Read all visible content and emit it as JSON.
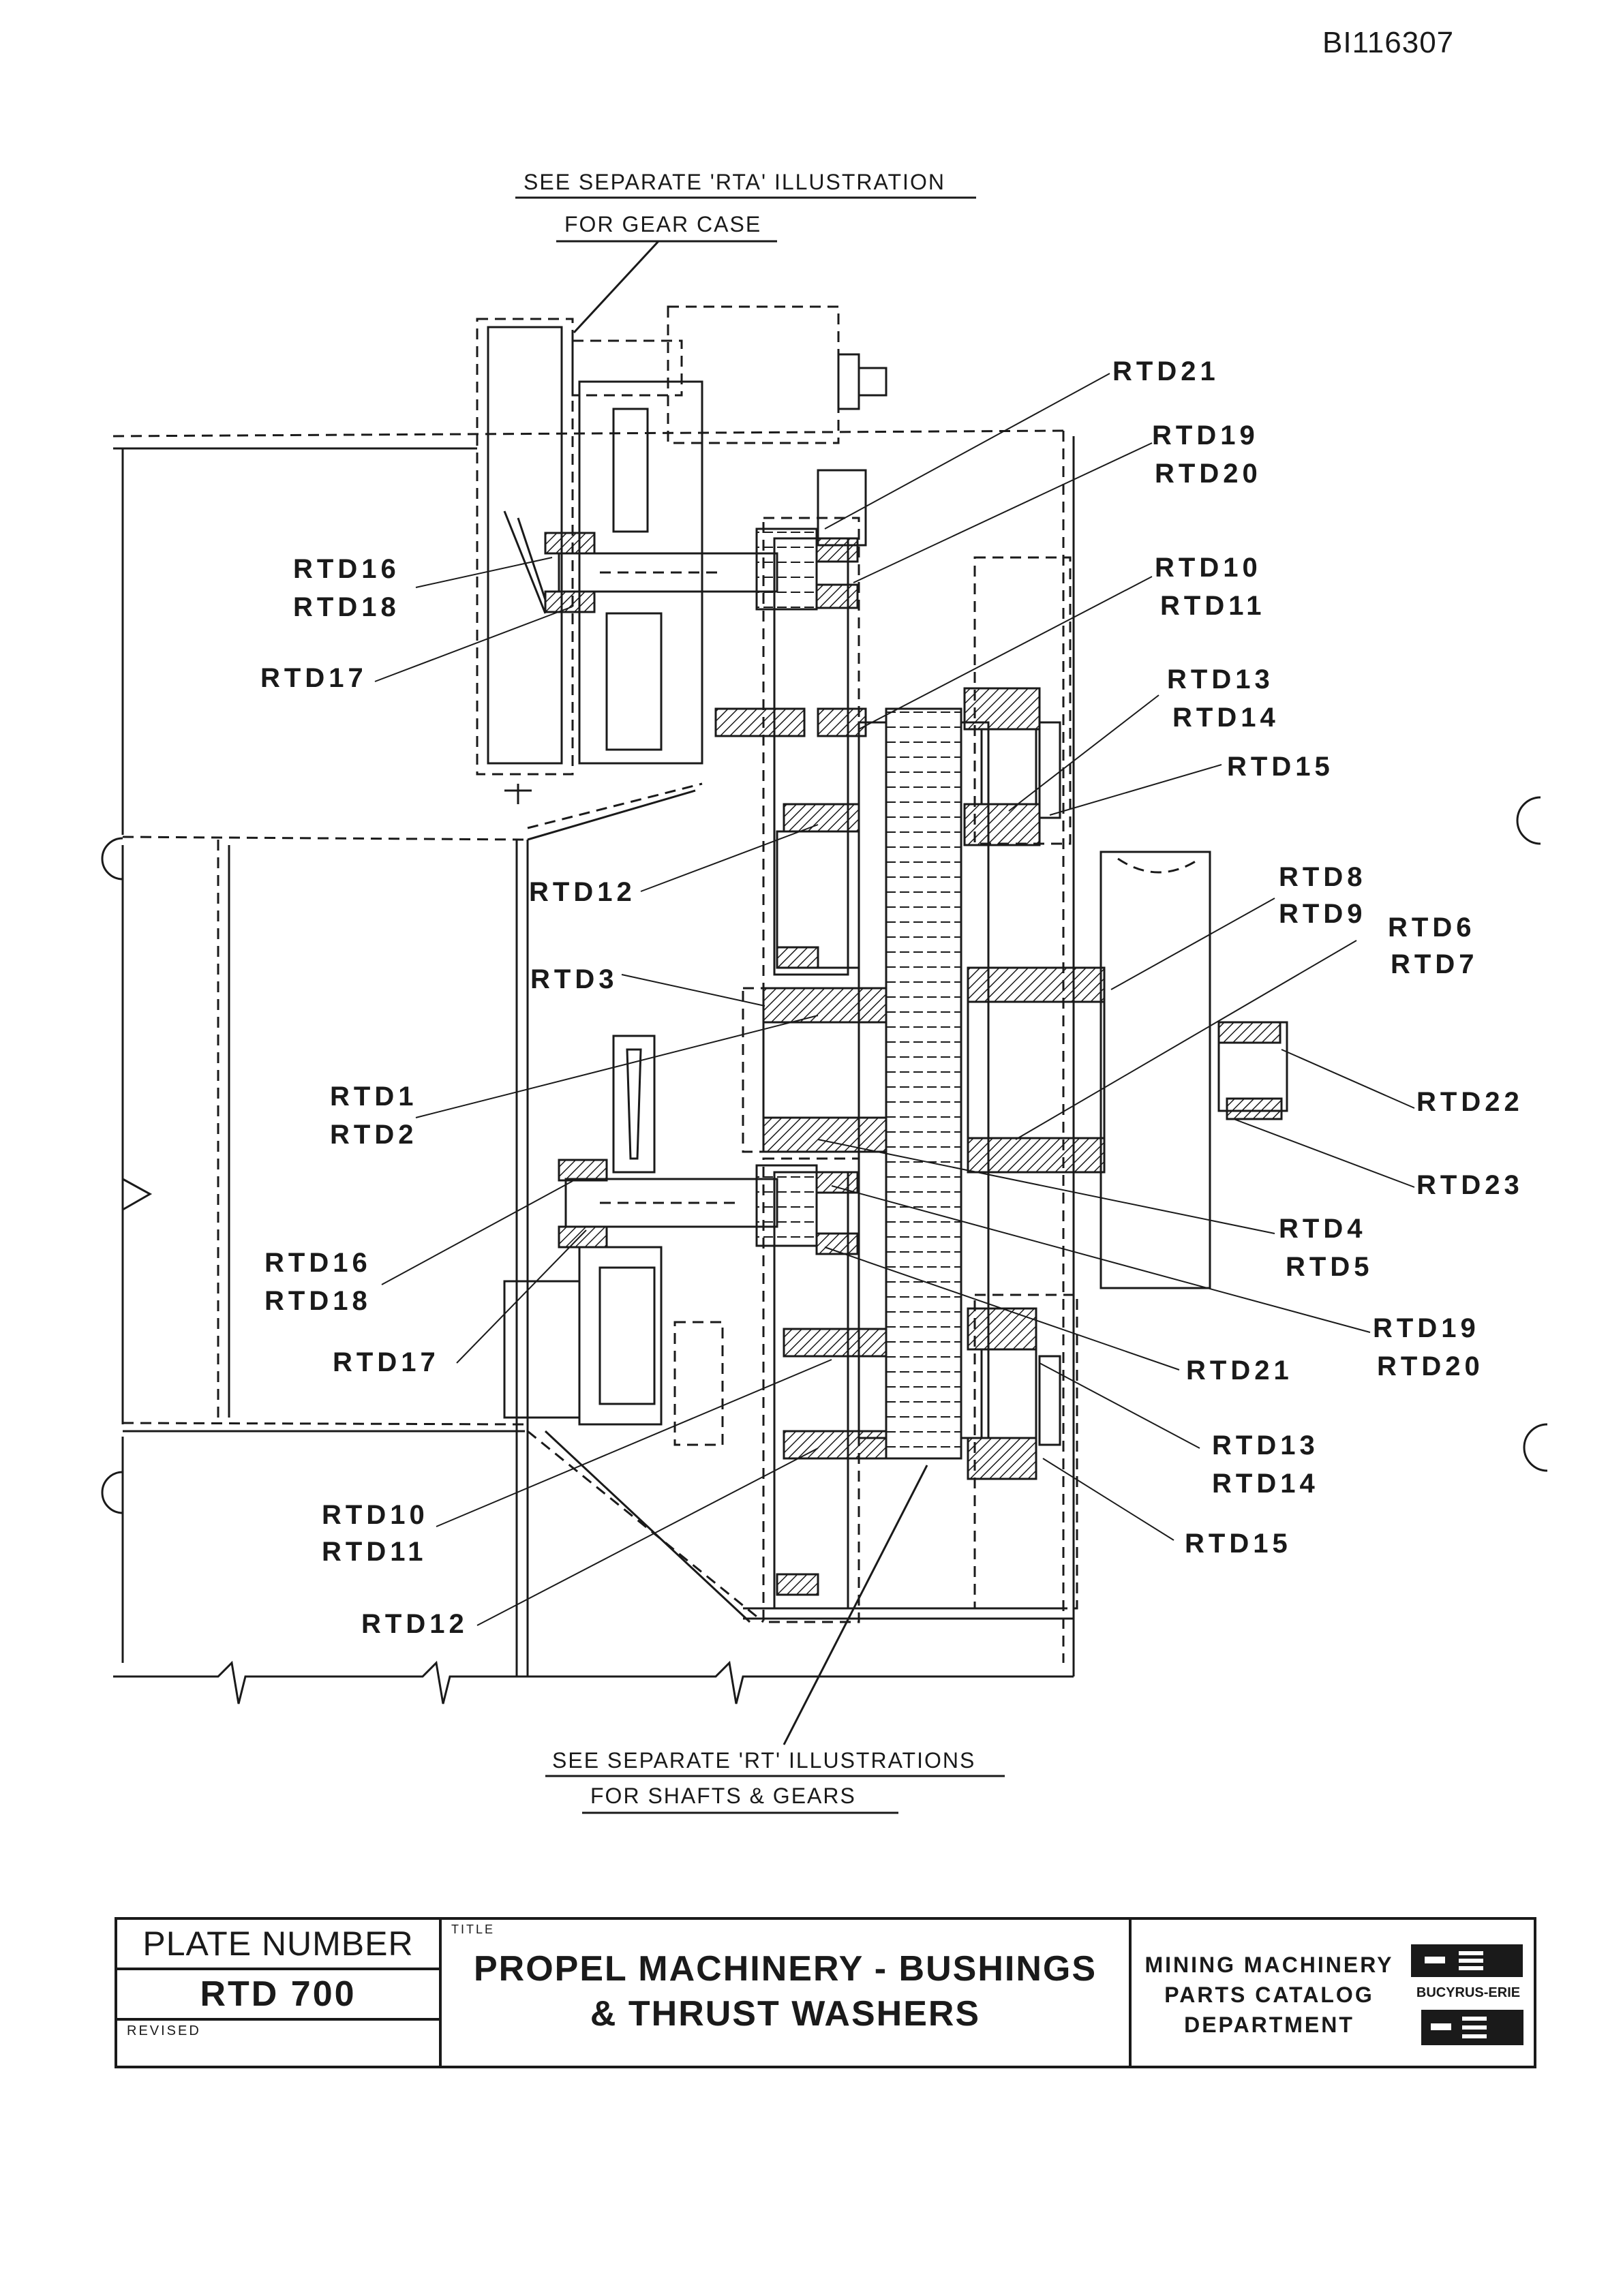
{
  "document": {
    "id": "BI116307",
    "note_top_line1": "SEE SEPARATE 'RTA' ILLUSTRATION",
    "note_top_line2": "FOR GEAR CASE",
    "note_bottom_line1": "SEE SEPARATE 'RT' ILLUSTRATIONS",
    "note_bottom_line2": "FOR SHAFTS & GEARS"
  },
  "labels": {
    "rtd21_top": "RTD21",
    "rtd19_top": "RTD19",
    "rtd20_top": "RTD20",
    "rtd10_top": "RTD10",
    "rtd11_top": "RTD11",
    "rtd13_top": "RTD13",
    "rtd14_top": "RTD14",
    "rtd15_top": "RTD15",
    "rtd16_top": "RTD16",
    "rtd18_top": "RTD18",
    "rtd17_top": "RTD17",
    "rtd12_top": "RTD12",
    "rtd8": "RTD8",
    "rtd9": "RTD9",
    "rtd6": "RTD6",
    "rtd7": "RTD7",
    "rtd3": "RTD3",
    "rtd1": "RTD1",
    "rtd2": "RTD2",
    "rtd22": "RTD22",
    "rtd23": "RTD23",
    "rtd4": "RTD4",
    "rtd5": "RTD5",
    "rtd16_bot": "RTD16",
    "rtd18_bot": "RTD18",
    "rtd19_bot": "RTD19",
    "rtd20_bot": "RTD20",
    "rtd17_bot": "RTD17",
    "rtd21_bot": "RTD21",
    "rtd13_bot": "RTD13",
    "rtd14_bot": "RTD14",
    "rtd10_bot": "RTD10",
    "rtd11_bot": "RTD11",
    "rtd15_bot": "RTD15",
    "rtd12_bot": "RTD12"
  },
  "title_block": {
    "plate_label": "PLATE NUMBER",
    "plate_number": "RTD 700",
    "revised_label": "REVISED",
    "title_caption": "TITLE",
    "title_line1": "PROPEL MACHINERY - BUSHINGS",
    "title_line2": "& THRUST WASHERS",
    "dept_line1": "MINING MACHINERY",
    "dept_line2": "PARTS CATALOG",
    "dept_line3": "DEPARTMENT",
    "logo_text": "BUCYRUS-ERIE"
  }
}
